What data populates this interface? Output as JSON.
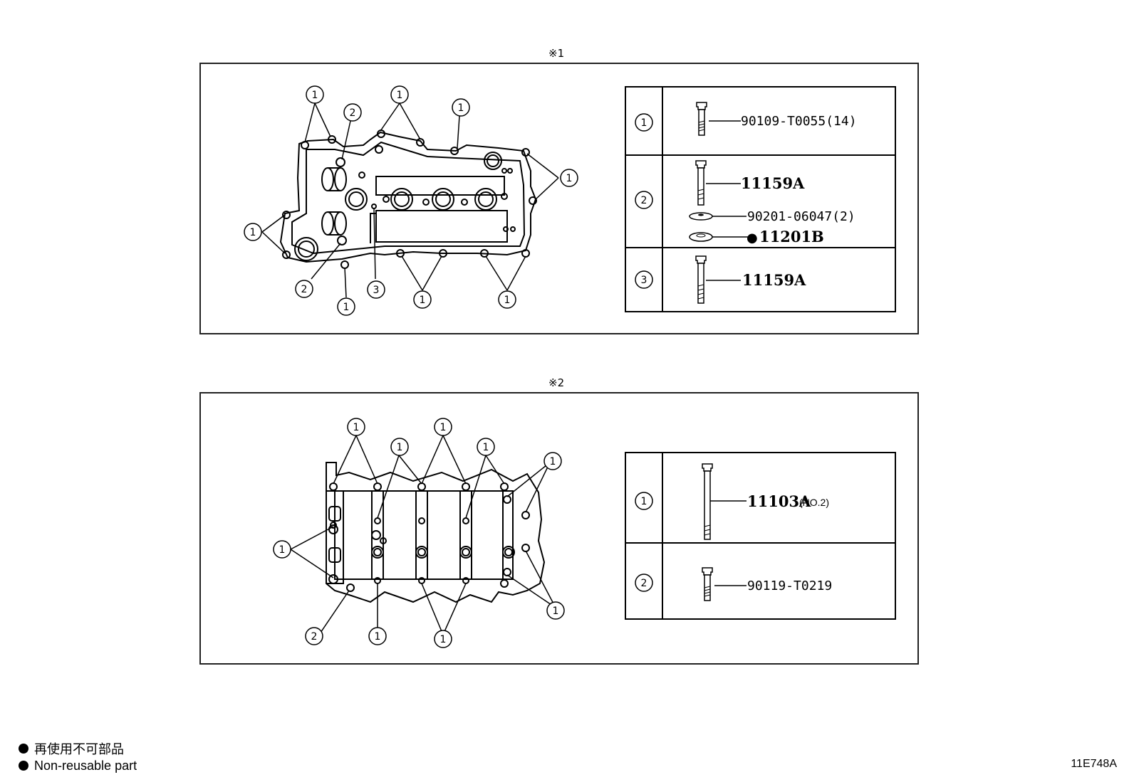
{
  "panel1": {
    "label": "※1",
    "rows": [
      {
        "index": "1",
        "parts": [
          {
            "code": "90109-T0055(14)",
            "style": "normal"
          }
        ]
      },
      {
        "index": "2",
        "parts": [
          {
            "code": "11159A",
            "style": "bold"
          },
          {
            "code": "90201-06047(2)",
            "style": "normal"
          },
          {
            "code": "11201B",
            "style": "bold",
            "marker": "●"
          }
        ]
      },
      {
        "index": "3",
        "parts": [
          {
            "code": "11159A",
            "style": "bold"
          }
        ]
      }
    ],
    "callouts": {
      "one": "1",
      "two": "2",
      "three": "3"
    }
  },
  "panel2": {
    "label": "※2",
    "rows": [
      {
        "index": "1",
        "parts": [
          {
            "code": "11103A",
            "suffix": "(NO.2)",
            "style": "bold"
          }
        ]
      },
      {
        "index": "2",
        "parts": [
          {
            "code": "90119-T0219",
            "style": "normal"
          }
        ]
      }
    ],
    "callouts": {
      "one": "1",
      "two": "2"
    }
  },
  "legend": {
    "marker": "●",
    "line_jp": "再使用不可部品",
    "line_en": "Non-reusable part"
  },
  "diagram_code": "11E748A"
}
